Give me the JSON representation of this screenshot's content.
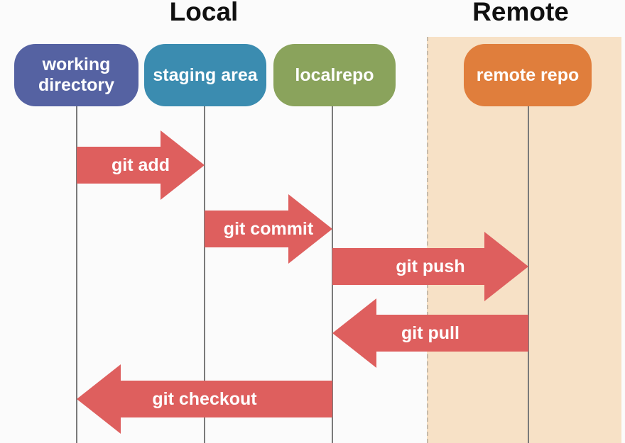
{
  "titles": {
    "local": "Local",
    "remote": "Remote"
  },
  "nodes": [
    {
      "id": "working-directory",
      "label": "working directory",
      "color": "#5562a2",
      "section": "Local"
    },
    {
      "id": "staging-area",
      "label": "staging area",
      "color": "#3b8cb0",
      "section": "Local"
    },
    {
      "id": "localrepo",
      "label": "localrepo",
      "color": "#8aa35c",
      "section": "Local"
    },
    {
      "id": "remote-repo",
      "label": "remote repo",
      "color": "#e07e3c",
      "section": "Remote"
    }
  ],
  "arrows": [
    {
      "label": "git add",
      "from": "working directory",
      "to": "staging area",
      "direction": "right"
    },
    {
      "label": "git commit",
      "from": "staging area",
      "to": "localrepo",
      "direction": "right"
    },
    {
      "label": "git push",
      "from": "localrepo",
      "to": "remote repo",
      "direction": "right"
    },
    {
      "label": "git pull",
      "from": "remote repo",
      "to": "localrepo",
      "direction": "left"
    },
    {
      "label": "git checkout",
      "from": "localrepo",
      "to": "working directory",
      "direction": "left"
    }
  ],
  "colors": {
    "arrow": "#de5f5e",
    "remote_band": "#f7e1c6",
    "lifeline": "#7a7a7a",
    "background": "#fbfbfb",
    "title_text": "#101010",
    "node_text": "#ffffff"
  }
}
